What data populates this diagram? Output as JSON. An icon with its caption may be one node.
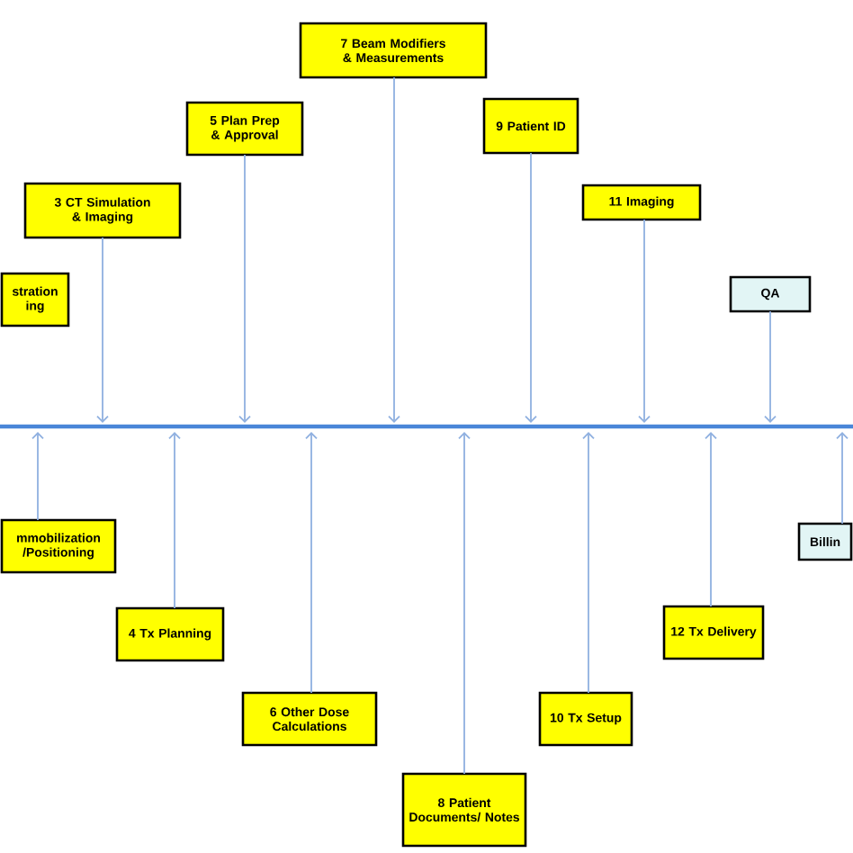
{
  "diagram": {
    "nodes": [
      {
        "text": [
          "stration ing"
        ]
      },
      {
        "text": [
          "3 CT Simulation & Imaging"
        ]
      },
      {
        "text": [
          "5 Plan Prep & Approval"
        ]
      },
      {
        "text": [
          "7 Beam Modifiers & Measurements"
        ]
      },
      {
        "text": [
          "9 Patient ID"
        ]
      },
      {
        "text": [
          "11 Imaging"
        ]
      },
      {
        "text": [
          "QA"
        ]
      },
      {
        "text": [
          "mmobilization /Positioning"
        ]
      },
      {
        "text": [
          "4 Tx Planning"
        ]
      },
      {
        "text": [
          "6 Other Dose Calculations"
        ]
      },
      {
        "text": [
          "8 Patient Documents/ Notes"
        ]
      },
      {
        "text": [
          "10 Tx Setup"
        ]
      },
      {
        "text": [
          "12 Tx Delivery"
        ]
      },
      {
        "text": [
          "Billin"
        ]
      }
    ],
    "edges": [
      {
        "from": 1,
        "to": null,
        "arrow": "to"
      },
      {
        "from": 2,
        "to": null,
        "arrow": "to"
      },
      {
        "from": 3,
        "to": null,
        "arrow": "to"
      },
      {
        "from": 4,
        "to": null,
        "arrow": "to"
      },
      {
        "from": 5,
        "to": null,
        "arrow": "to"
      },
      {
        "from": 6,
        "to": null,
        "arrow": "to"
      },
      {
        "from": 7,
        "to": null,
        "arrow": "to"
      },
      {
        "from": 8,
        "to": null,
        "arrow": "to"
      },
      {
        "from": 9,
        "to": null,
        "arrow": "to"
      },
      {
        "from": 10,
        "to": null,
        "arrow": "to"
      },
      {
        "from": 11,
        "to": null,
        "arrow": "to"
      },
      {
        "from": 12,
        "to": null,
        "arrow": "to"
      },
      {
        "from": 13,
        "to": null,
        "arrow": "to"
      }
    ]
  }
}
